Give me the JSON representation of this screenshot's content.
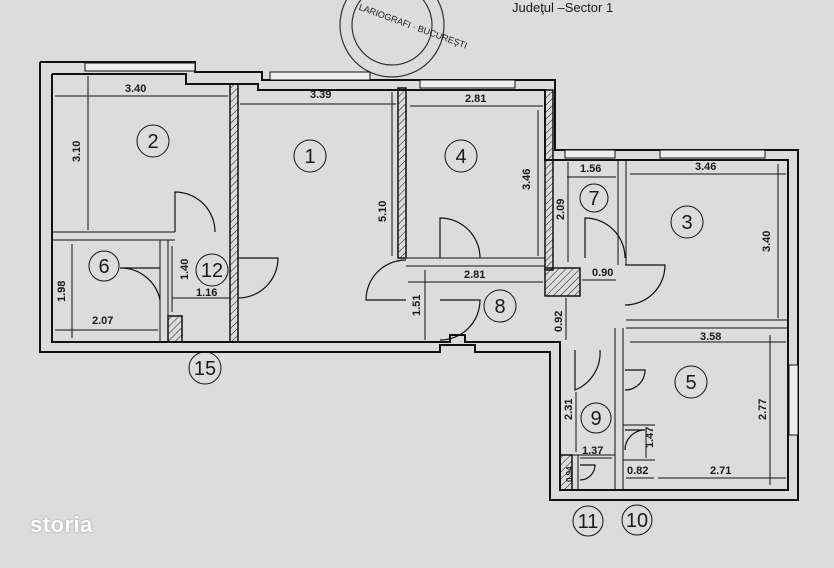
{
  "header": {
    "text": "Judeţul –Sector 1"
  },
  "stamp": {
    "text": "LARIOGRAFI · BUCUREŞTI"
  },
  "logo": {
    "text": "storia"
  },
  "rooms": {
    "r1": "1",
    "r2": "2",
    "r3": "3",
    "r4": "4",
    "r5": "5",
    "r6": "6",
    "r7": "7",
    "r8": "8",
    "r9": "9",
    "r10": "10",
    "r11": "11",
    "r12": "12",
    "r15": "15"
  },
  "dims": {
    "d_3_40_top": "3.40",
    "d_3_39": "3.39",
    "d_2_81_top": "2.81",
    "d_3_10": "3.10",
    "d_5_10": "5.10",
    "d_3_46_v": "3.46",
    "d_1_56": "1.56",
    "d_3_46_h": "3.46",
    "d_2_09": "2.09",
    "d_3_40_v": "3.40",
    "d_1_98": "1.98",
    "d_1_40": "1.40",
    "d_1_16": "1.16",
    "d_2_07": "2.07",
    "d_2_81_mid": "2.81",
    "d_1_51": "1.51",
    "d_0_90": "0.90",
    "d_0_92": "0.92",
    "d_3_58": "3.58",
    "d_2_31": "2.31",
    "d_2_77": "2.77",
    "d_1_37": "1.37",
    "d_1_47": "1.47",
    "d_0_82": "0.82",
    "d_2_71": "2.71",
    "d_0_94": "0.94"
  }
}
